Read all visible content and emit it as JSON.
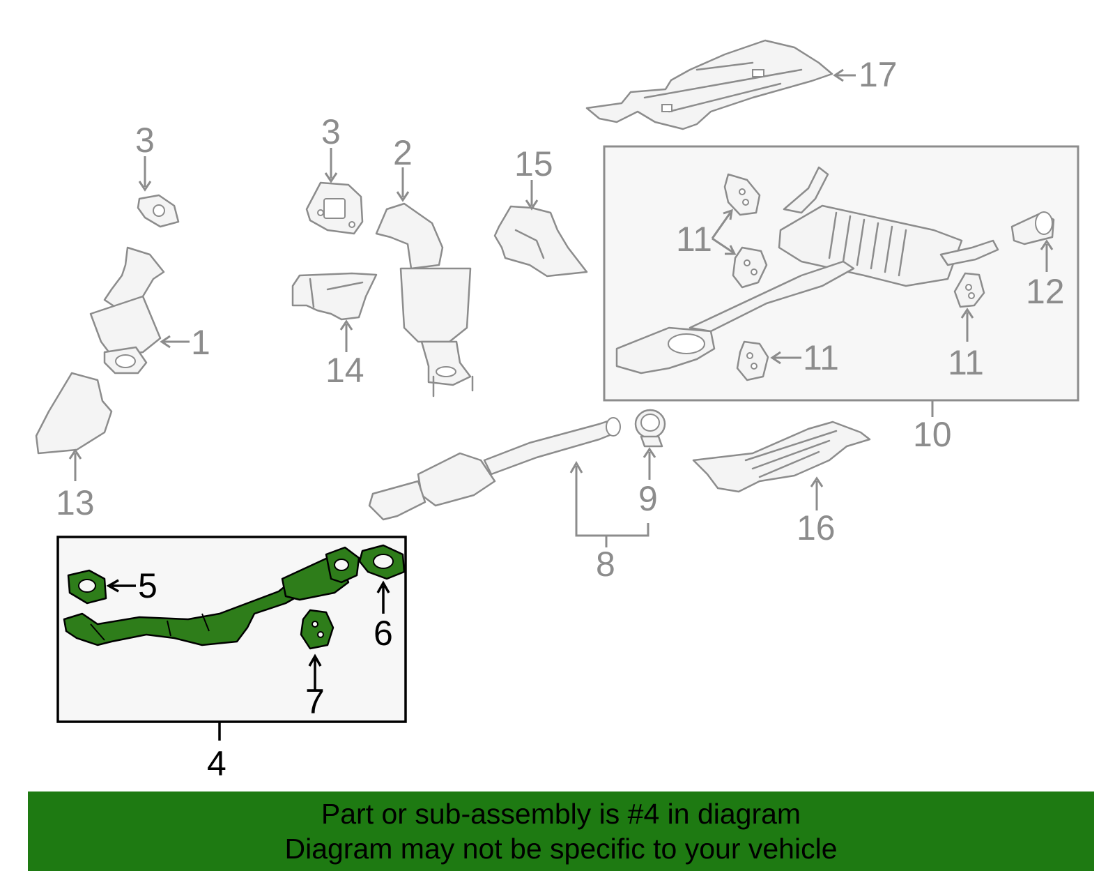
{
  "callouts": {
    "c1": "1",
    "c2": "2",
    "c3a": "3",
    "c3b": "3",
    "c4": "4",
    "c5": "5",
    "c6": "6",
    "c7": "7",
    "c8": "8",
    "c9": "9",
    "c10": "10",
    "c11a": "11",
    "c11b": "11",
    "c11c": "11",
    "c12": "12",
    "c13": "13",
    "c14": "14",
    "c15": "15",
    "c16": "16",
    "c17": "17"
  },
  "highlighted_part": "4",
  "banner": {
    "line1": "Part or sub-assembly is #4 in diagram",
    "line2": "Diagram may not be specific to your vehicle",
    "color": "#1e7a12"
  },
  "colors": {
    "part_outline": "#8c8c8c",
    "highlight_fill": "#2e7d1a",
    "box_fill": "#f7f7f7"
  }
}
